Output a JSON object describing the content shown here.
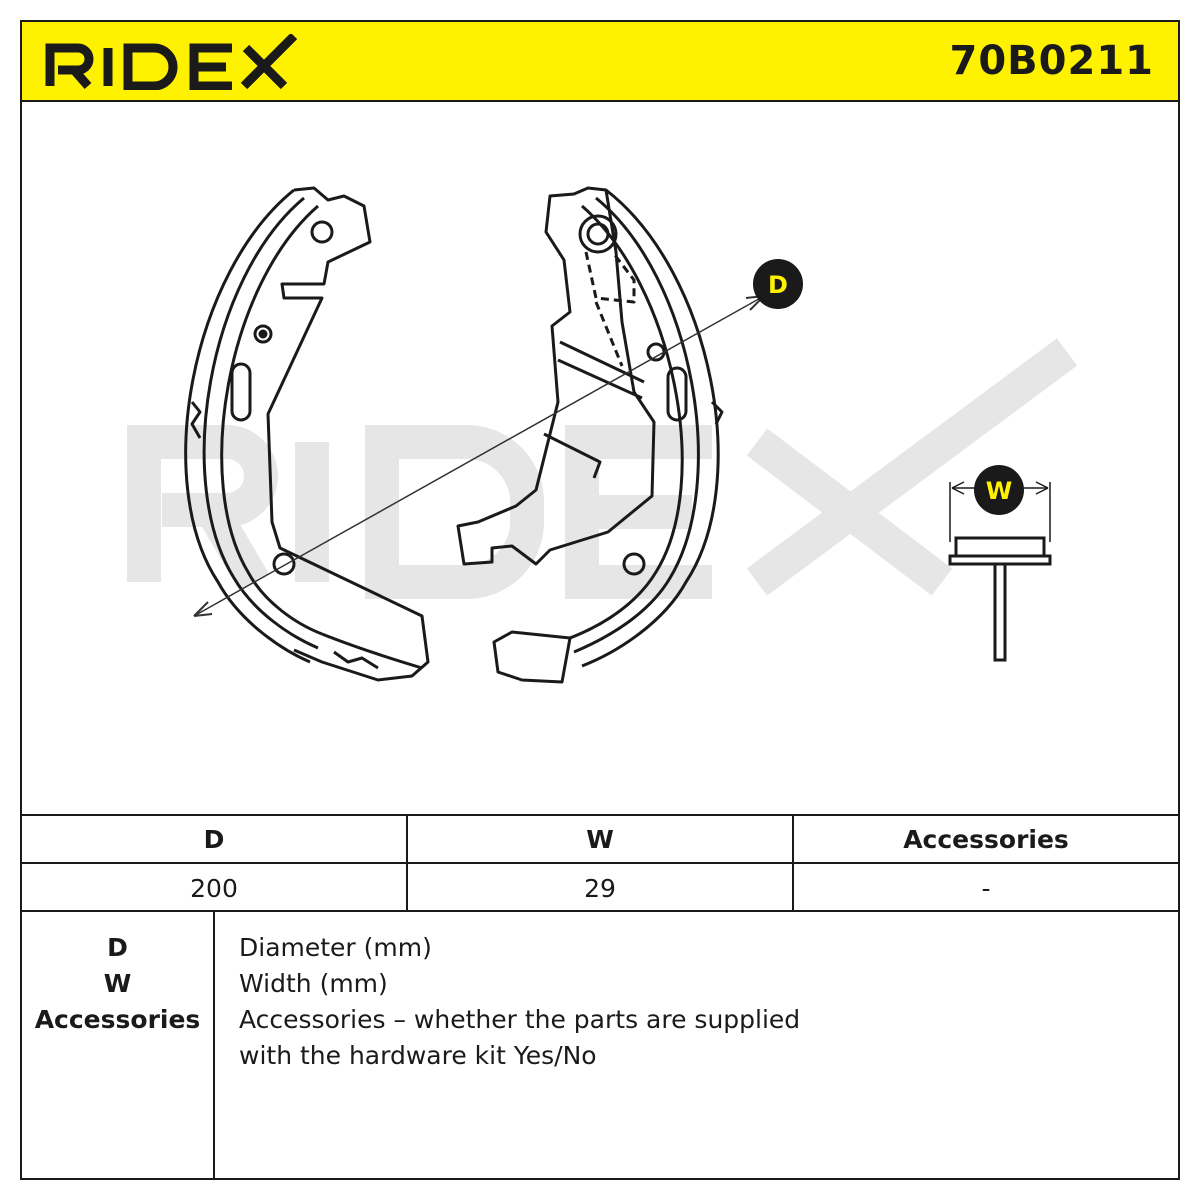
{
  "header": {
    "brand": "RIDEX",
    "part_number": "70B0211",
    "background_color": "#fff200"
  },
  "drawing": {
    "watermark": "RIDEX",
    "dimension_labels": {
      "diameter": "D",
      "width": "W"
    },
    "marker_fill": "#1a1a1a",
    "marker_text_color": "#fff200"
  },
  "specs": {
    "headers": [
      "D",
      "W",
      "Accessories"
    ],
    "values": [
      "200",
      "29",
      "-"
    ]
  },
  "legend": {
    "keys": [
      "D",
      "W",
      "Accessories"
    ],
    "lines": [
      "Diameter (mm)",
      "Width (mm)",
      "Accessories – whether the parts are supplied",
      "with the hardware kit Yes/No"
    ]
  }
}
